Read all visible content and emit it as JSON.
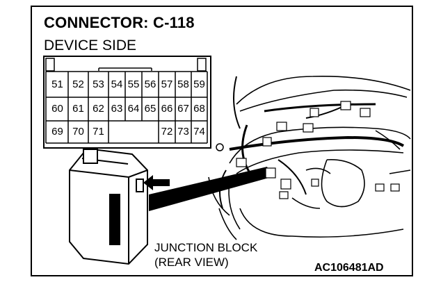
{
  "title": "CONNECTOR: C-118",
  "subtitle": "DEVICE SIDE",
  "connector": {
    "rows": [
      [
        "51",
        "52",
        "53",
        "54",
        "55",
        "56",
        "57",
        "58",
        "59"
      ],
      [
        "60",
        "61",
        "62",
        "63",
        "64",
        "65",
        "66",
        "67",
        "68"
      ],
      [
        "69",
        "70",
        "71",
        "",
        "",
        "",
        "72",
        "73",
        "74"
      ]
    ]
  },
  "junction_block_label": [
    "JUNCTION BLOCK",
    "(REAR VIEW)"
  ],
  "figure_code": "AC106481AD"
}
